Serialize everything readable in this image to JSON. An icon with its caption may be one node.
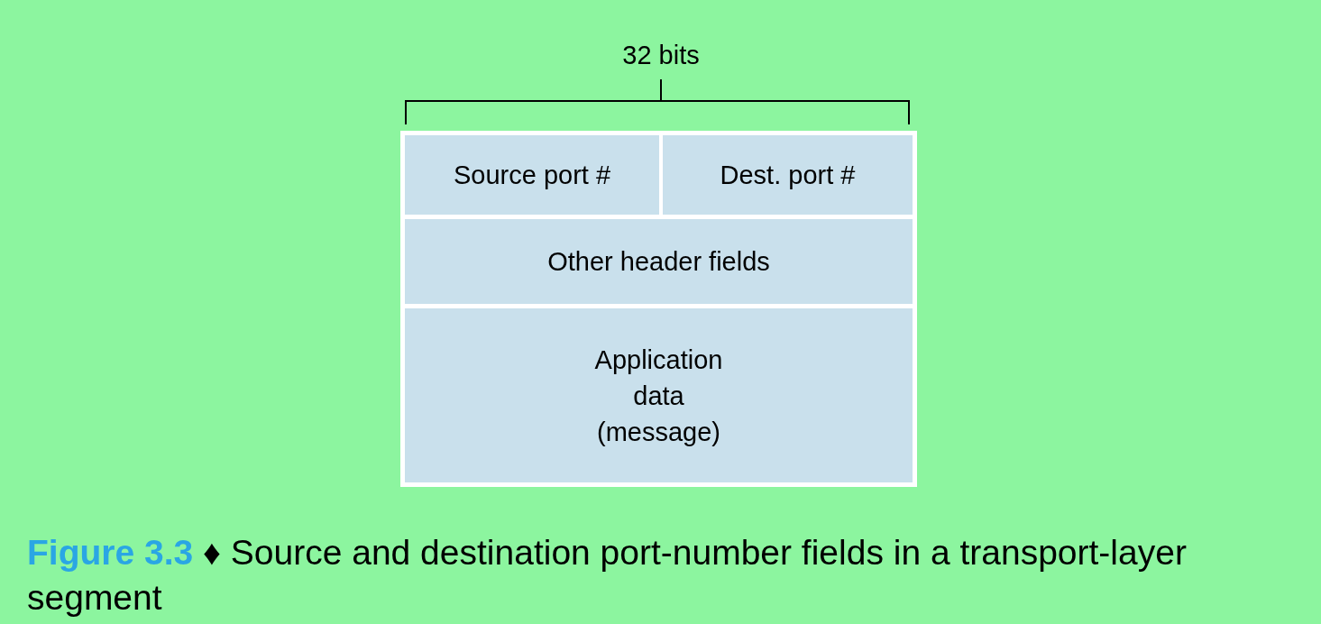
{
  "diagram": {
    "caption": "**Figure 3.3** ♦ Source and destination port-number fields in a transport-layer segment",
    "nodes": [
      {
        "text": [],
        "shape": "box"
      },
      {
        "text": [
          "Source port #"
        ],
        "in": 0
      },
      {
        "text": [
          "Dest. port #"
        ],
        "in": 0
      },
      {
        "text": [
          "Other header fields"
        ],
        "in": 0
      },
      {
        "text": [
          "Application data (message)"
        ],
        "in": 0
      }
    ],
    "edges": [],
    "labels": [
      "32 bits"
    ]
  }
}
